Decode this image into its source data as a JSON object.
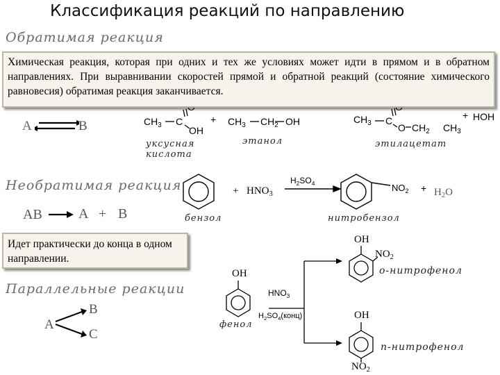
{
  "title": "Классификация реакций по направлению",
  "sections": {
    "reversible": "Обратимая реакция",
    "irreversible": "Необратимая реакция",
    "parallel": "Параллельные реакции"
  },
  "definitions": {
    "reversible": "Химическая реакция, которая при одних и тех же условиях может идти в прямом и в обратном направлениях. При выравнивании скоростей прямой и обратной реакций (состояние химического равновесия) обратимая реакция заканчивается.",
    "irreversible": "Идет практически до конца в одном направлении."
  },
  "schemes": {
    "reversible": {
      "a": "A",
      "b": "B"
    },
    "irreversible": {
      "ab": "AB",
      "a": "A",
      "plus": "+",
      "b": "B"
    },
    "parallel": {
      "a": "A",
      "b": "B",
      "c": "C"
    }
  },
  "esterification": {
    "acid_o": "O",
    "acid_ch3": "CH",
    "acid_sub3": "3",
    "acid_c": "C",
    "acid_oh": "OH",
    "plus1": "+",
    "ethanol_ch3": "CH",
    "ethanol_sub3": "3",
    "ethanol_ch2": "CH",
    "ethanol_sub2": "2",
    "ethanol_oh": "OH",
    "ester_o": "O",
    "ester_ch3": "CH",
    "ester_sub3": "3",
    "ester_c": "C",
    "ester_o2": "O",
    "ester_ch2": "CH",
    "ester_sub2": "2",
    "ester_ch3b": "CH",
    "ester_sub3b": "3",
    "plus2": "+",
    "water": "HOH",
    "acid_caption": "уксусная кислота",
    "ethanol_caption": "этанол",
    "ester_caption": "этилацетат"
  },
  "nitration": {
    "plus1": "+",
    "hno3": "HNO",
    "hno3_sub": "3",
    "catalyst": "H",
    "catalyst_sub2": "2",
    "catalyst_so": "SO",
    "catalyst_sub4": "4",
    "no2": "NO",
    "no2_sub": "2",
    "plus2": "+",
    "water_h": "H",
    "water_sub": "2",
    "water_o": "O",
    "benzene_caption": "бензол",
    "product_caption": "нитробензол"
  },
  "phenol_nitration": {
    "phenol_oh": "OH",
    "phenol_caption": "фенол",
    "reagent": "HNO",
    "reagent_sub": "3",
    "conditions_h": "H",
    "conditions_sub2": "2",
    "conditions_so": "SO",
    "conditions_sub4": "4",
    "conditions_note": "(конц)",
    "ortho_oh": "OH",
    "ortho_no2": "NO",
    "ortho_sub": "2",
    "ortho_caption": "о-нитрофенол",
    "para_oh": "OH",
    "para_no2": "NO",
    "para_sub": "2",
    "para_caption": "п-нитрофенол"
  }
}
